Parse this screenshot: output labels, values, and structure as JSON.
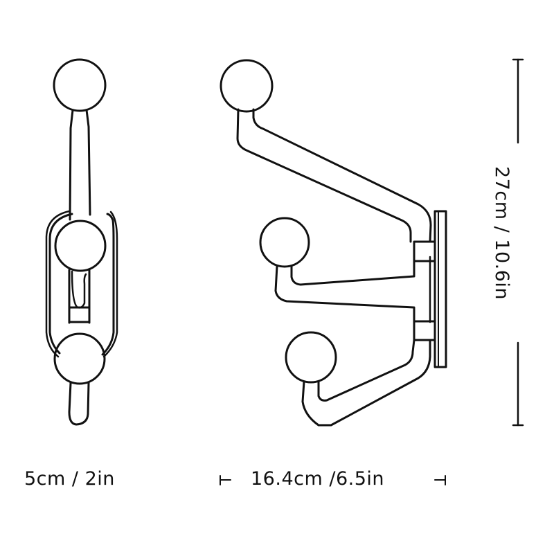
{
  "figure": {
    "subject": "three-arm wall coat hook, side and front views",
    "views": [
      {
        "name": "side view",
        "knob_count": 3
      },
      {
        "name": "front view",
        "knob_count": 3,
        "arm_count": 3
      }
    ]
  },
  "dimensions": {
    "depth": "5cm / 2in",
    "width": "16.4cm /6.5in",
    "height": "27cm / 10.6in"
  },
  "colors": {
    "stroke": "#111111",
    "background": "#ffffff"
  }
}
